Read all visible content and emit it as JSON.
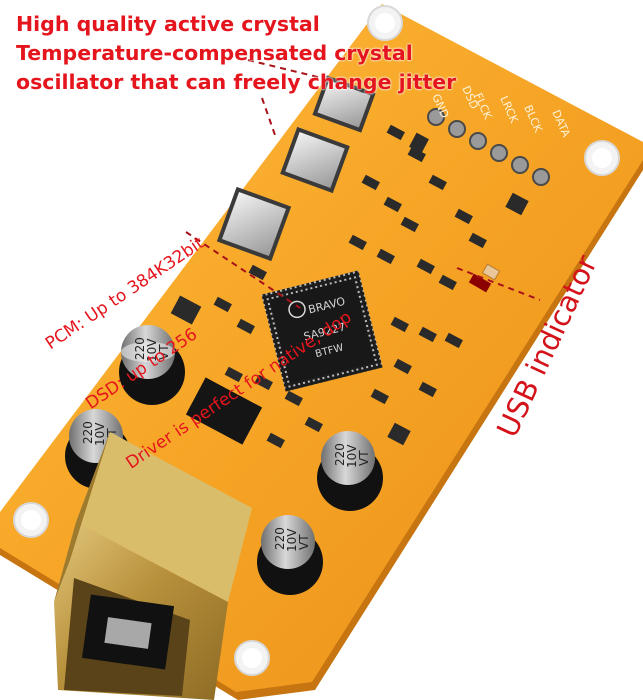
{
  "annotations": {
    "crystal_title": [
      "High quality active crystal",
      "Temperature-compensated crystal",
      "oscillator that can freely change jitter"
    ],
    "pcm_specs": [
      "PCM: Up to 384K32bit",
      "DSD: up to 256",
      "Driver is perfect for native, dop"
    ],
    "usb_indicator": "USB indicator"
  },
  "board": {
    "chip_brand": "BRAVO",
    "chip_model": "SA9227",
    "chip_code": "BTFW",
    "pin_labels": [
      "GND",
      "DSD",
      "FLCK",
      "LRCK",
      "BLCK",
      "DATA"
    ],
    "capacitor_labels": [
      "220",
      "10V",
      "VT"
    ],
    "capacitor_count": 4
  },
  "colors": {
    "annotation_red": "#e5151d",
    "pcb_orange": "#f5a623",
    "usb_gold": "#c9a548"
  }
}
